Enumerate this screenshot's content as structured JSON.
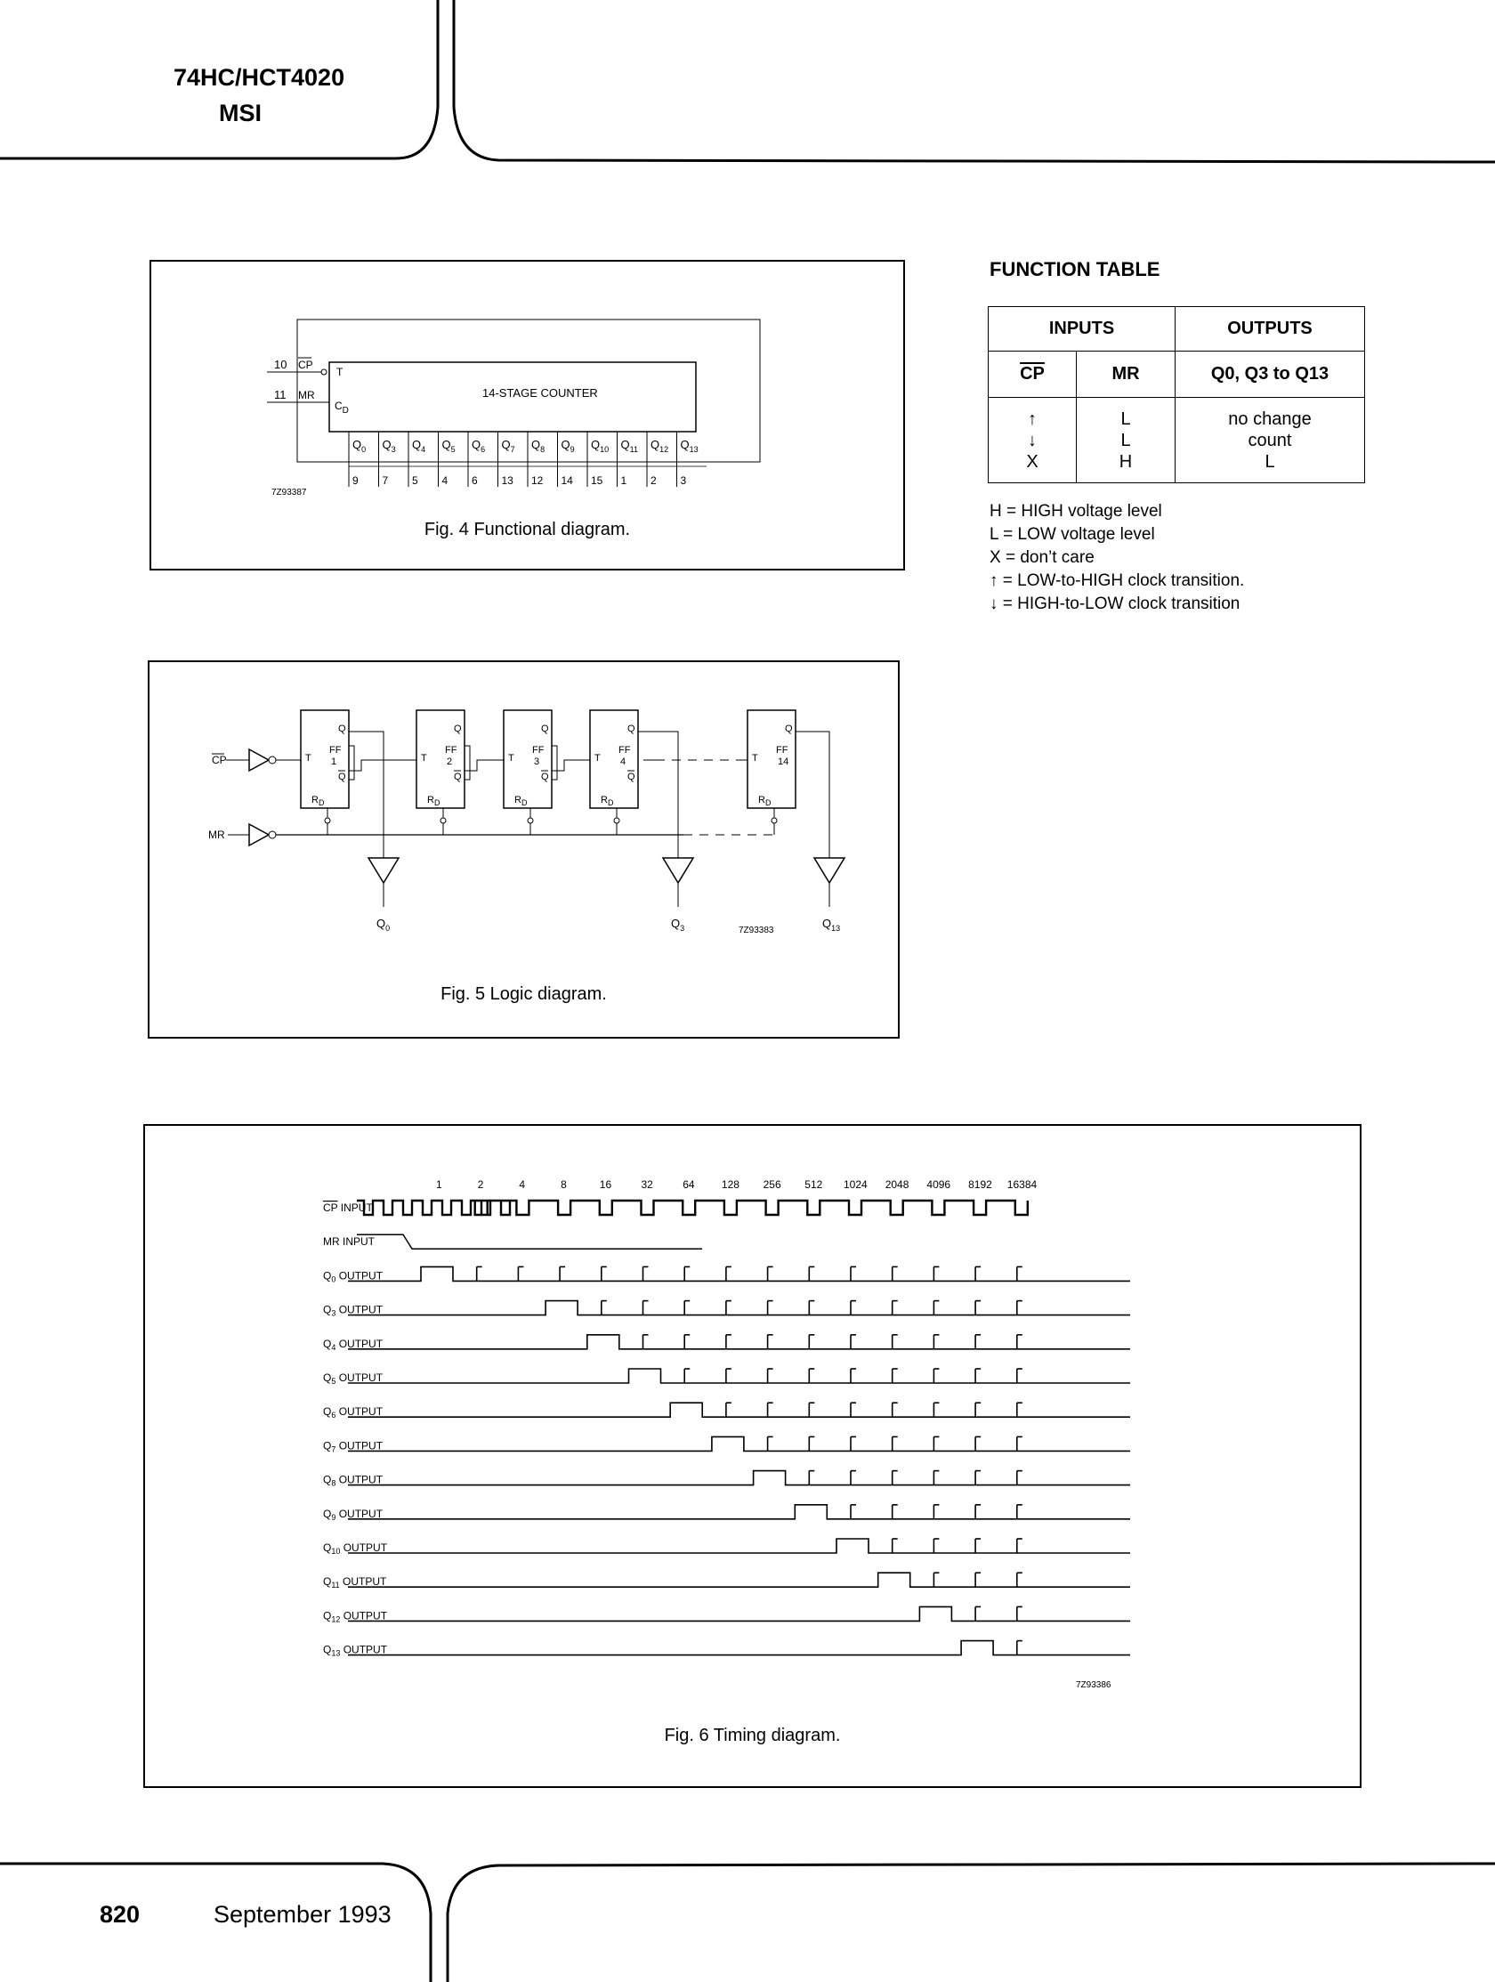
{
  "header": {
    "part": "74HC/HCT4020",
    "category": "MSI"
  },
  "footer": {
    "page": "820",
    "date": "September 1993"
  },
  "fig4": {
    "caption": "Fig. 4  Functional diagram.",
    "block_label": "14-STAGE COUNTER",
    "pin_cp": "10",
    "pin_mr": "11",
    "sig_cp": "CP",
    "sig_mr": "MR",
    "in_t": "T",
    "in_cd": "C",
    "in_cd_sub": "D",
    "outputs": [
      {
        "q": "0",
        "pin": "9"
      },
      {
        "q": "3",
        "pin": "7"
      },
      {
        "q": "4",
        "pin": "5"
      },
      {
        "q": "5",
        "pin": "4"
      },
      {
        "q": "6",
        "pin": "6"
      },
      {
        "q": "7",
        "pin": "13"
      },
      {
        "q": "8",
        "pin": "12"
      },
      {
        "q": "9",
        "pin": "14"
      },
      {
        "q": "10",
        "pin": "15"
      },
      {
        "q": "11",
        "pin": "1"
      },
      {
        "q": "12",
        "pin": "2"
      },
      {
        "q": "13",
        "pin": "3"
      }
    ],
    "code": "7Z93387"
  },
  "fig5": {
    "caption": "Fig. 5  Logic diagram.",
    "cp": "CP",
    "mr": "MR",
    "ffs": [
      {
        "name": "FF",
        "num": "1"
      },
      {
        "name": "FF",
        "num": "2"
      },
      {
        "name": "FF",
        "num": "3"
      },
      {
        "name": "FF",
        "num": "4"
      },
      {
        "name": "FF",
        "num": "14"
      }
    ],
    "outs": [
      "0",
      "3",
      "13"
    ],
    "code": "7Z93383"
  },
  "fig6": {
    "caption": "Fig. 6  Timing diagram.",
    "counts": [
      "1",
      "2",
      "4",
      "8",
      "16",
      "32",
      "64",
      "128",
      "256",
      "512",
      "1024",
      "2048",
      "4096",
      "8192",
      "16384"
    ],
    "rows": [
      {
        "sub": "",
        "label": "CP INPUT",
        "bar": true
      },
      {
        "sub": "",
        "label": "MR INPUT"
      },
      {
        "sub": "0",
        "label": "OUTPUT"
      },
      {
        "sub": "3",
        "label": "OUTPUT"
      },
      {
        "sub": "4",
        "label": "OUTPUT"
      },
      {
        "sub": "5",
        "label": "OUTPUT"
      },
      {
        "sub": "6",
        "label": "OUTPUT"
      },
      {
        "sub": "7",
        "label": "OUTPUT"
      },
      {
        "sub": "8",
        "label": "OUTPUT"
      },
      {
        "sub": "9",
        "label": "OUTPUT"
      },
      {
        "sub": "10",
        "label": "OUTPUT"
      },
      {
        "sub": "11",
        "label": "OUTPUT"
      },
      {
        "sub": "12",
        "label": "OUTPUT"
      },
      {
        "sub": "13",
        "label": "OUTPUT"
      }
    ],
    "code": "7Z93386"
  },
  "function_table": {
    "title": "FUNCTION TABLE",
    "h_inputs": "INPUTS",
    "h_outputs": "OUTPUTS",
    "h_cp": "CP",
    "h_mr": "MR",
    "h_q": "Q0, Q3 to Q13",
    "rows": [
      {
        "cp": "↑",
        "mr": "L",
        "out": "no change"
      },
      {
        "cp": "↓",
        "mr": "L",
        "out": "count"
      },
      {
        "cp": "X",
        "mr": "H",
        "out": "L"
      }
    ],
    "legend": [
      "H = HIGH voltage level",
      "L = LOW voltage level",
      "X = don’t care",
      "↑ = LOW-to-HIGH clock transition.",
      "↓ = HIGH-to-LOW clock transition"
    ]
  }
}
